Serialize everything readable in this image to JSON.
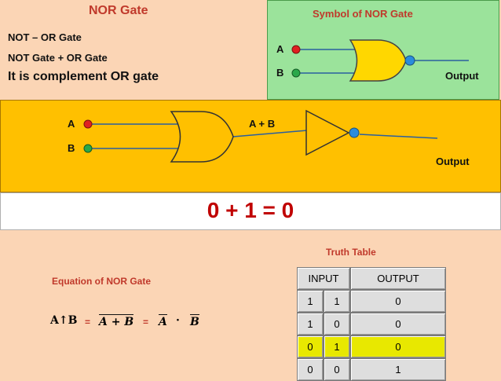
{
  "title": "NOR Gate",
  "desc": {
    "line1": "NOT – OR Gate",
    "line2": "NOT Gate + OR Gate",
    "line3": "It is complement OR gate"
  },
  "symbol": {
    "title": "Symbol of NOR Gate",
    "input_a": "A",
    "input_b": "B",
    "output": "Output"
  },
  "circuit": {
    "input_a": "A",
    "input_b": "B",
    "or_output": "A + B",
    "output": "Output"
  },
  "result": "0 + 1 = 0",
  "equation": {
    "label": "Equation of NOR Gate",
    "lhs": "A↑B",
    "eq1": "=",
    "overbar": "A + B",
    "eq2": "=",
    "a": "A",
    "dot": "·",
    "b": "B"
  },
  "truth_table": {
    "label": "Truth Table",
    "header_input": "INPUT",
    "header_output": "OUTPUT",
    "rows": [
      {
        "a": "1",
        "b": "1",
        "out": "0"
      },
      {
        "a": "1",
        "b": "0",
        "out": "0"
      },
      {
        "a": "0",
        "b": "1",
        "out": "0"
      },
      {
        "a": "0",
        "b": "0",
        "out": "1"
      }
    ],
    "highlight_color": "#e8e800"
  },
  "colors": {
    "background": "#fbd5b5",
    "symbol_panel": "#9be39b",
    "circuit_band": "#ffc000",
    "input_a_dot": "#e02020",
    "input_b_dot": "#2aa84a",
    "bubble": "#2a8cdc",
    "result_text": "#c00000"
  }
}
